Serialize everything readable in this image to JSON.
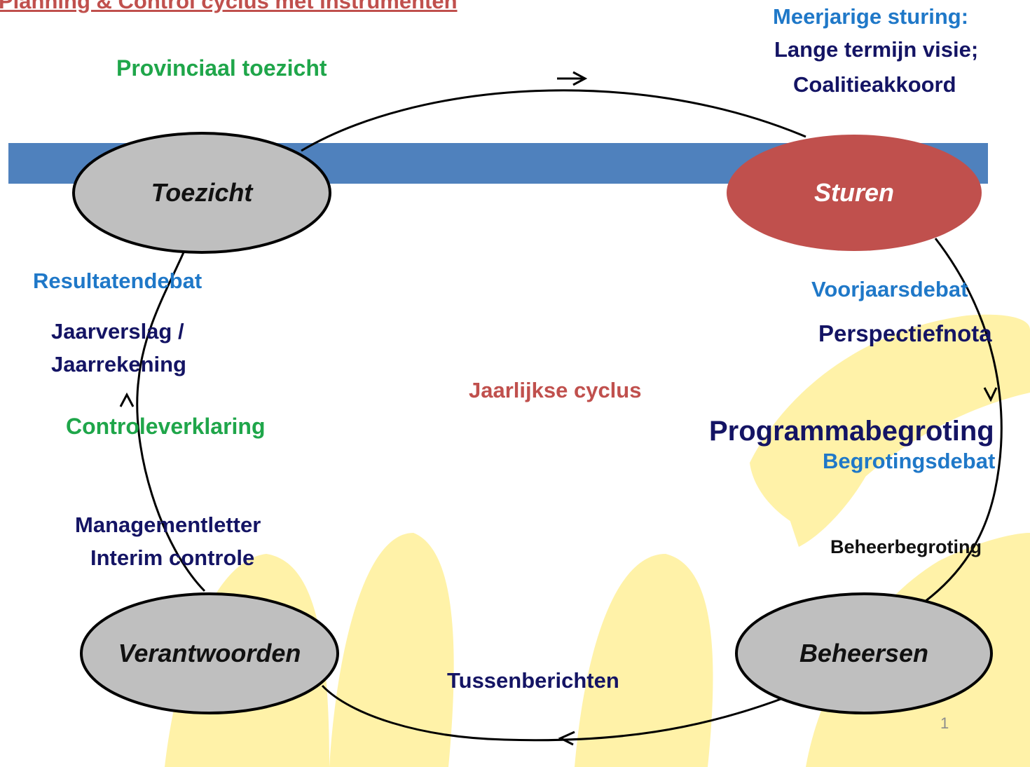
{
  "header": {
    "title": "Planning & Control cyclus met instrumenten"
  },
  "colors": {
    "band": "#4f81bd",
    "sturen_fill": "#c0504d",
    "node_fill": "#bfbfbf",
    "deco": "#fff2a8",
    "title_red": "#c0504d",
    "green": "#1fa64a",
    "light_blue": "#1f78c8",
    "navy": "#141464"
  },
  "nodes": {
    "toezicht": "Toezicht",
    "sturen": "Sturen",
    "beheersen": "Beheersen",
    "verantwoorden": "Verantwoorden"
  },
  "labels": {
    "provinciaal_toezicht": "Provinciaal toezicht",
    "meerjarige_sturing": "Meerjarige sturing:",
    "lange_termijn_visie": "Lange termijn visie;",
    "coalitieakkoord": "Coalitieakkoord",
    "resultatendebat": "Resultatendebat",
    "jaarverslag": "Jaarverslag /",
    "jaarrekening": "Jaarrekening",
    "controleverklaring": "Controleverklaring",
    "managementletter": "Managementletter",
    "interim_controle": "Interim controle",
    "jaarlijkse_cyclus": "Jaarlijkse cyclus",
    "voorjaarsdebat": "Voorjaarsdebat",
    "perspectiefnota": "Perspectiefnota",
    "programmabegroting": "Programmabegroting",
    "begrotingsdebat": "Begrotingsdebat",
    "beheerbegroting": "Beheerbegroting",
    "tussenberichten": "Tussenberichten"
  },
  "page_number": "1"
}
